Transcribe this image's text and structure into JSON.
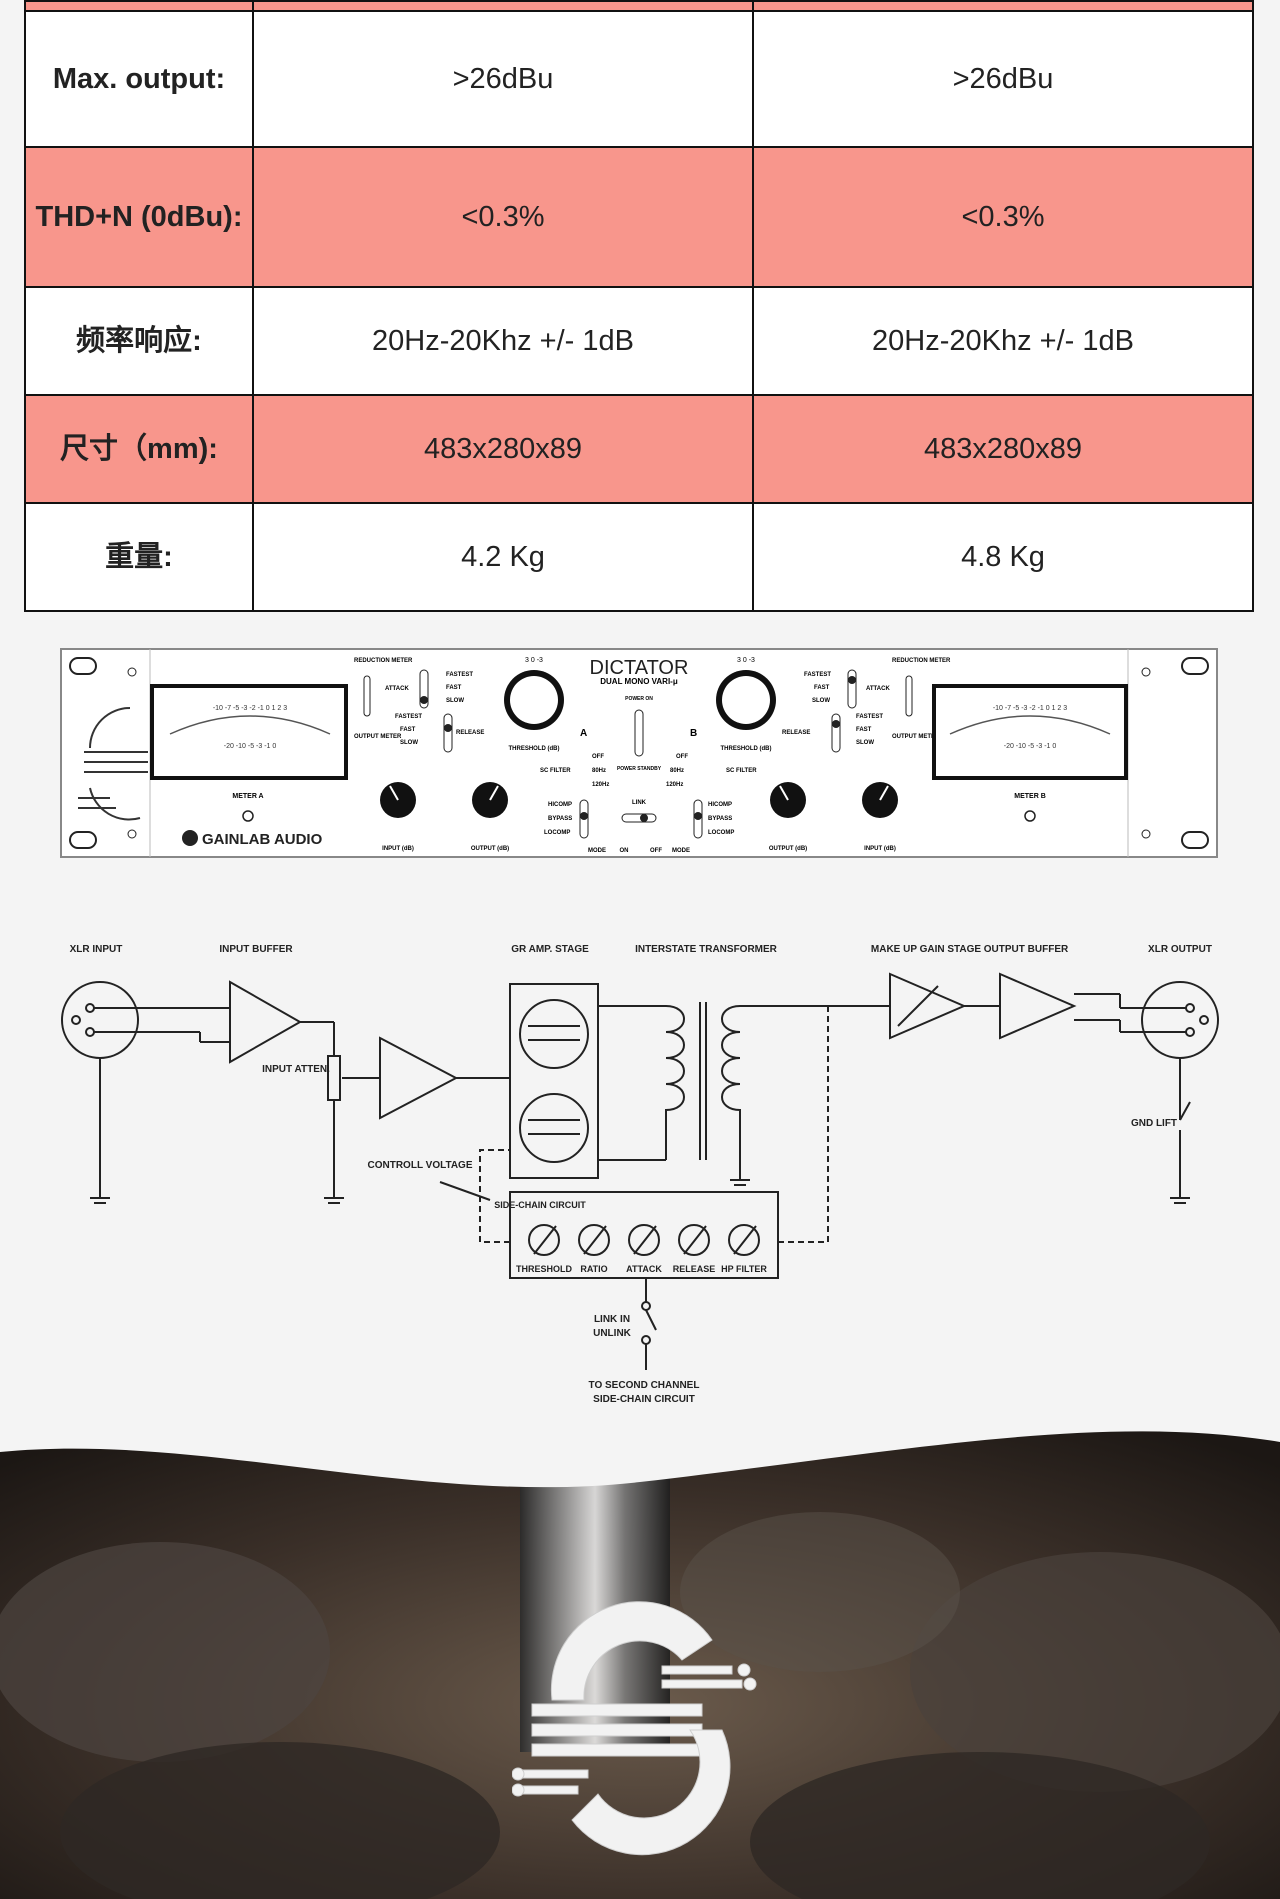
{
  "spec_table": {
    "rows": [
      {
        "label": "Max. output:",
        "a": ">26dBu",
        "b": ">26dBu",
        "style": "white"
      },
      {
        "label": "THD+N (0dBu):",
        "a": "<0.3%",
        "b": "<0.3%",
        "style": "pink"
      },
      {
        "label": "频率响应:",
        "a": "20Hz-20Khz +/- 1dB",
        "b": "20Hz-20Khz +/- 1dB",
        "style": "white"
      },
      {
        "label": "尺寸（mm):",
        "a": "483x280x89",
        "b": "483x280x89",
        "style": "pink"
      },
      {
        "label": "重量:",
        "a": "4.2 Kg",
        "b": "4.8 Kg",
        "style": "white"
      }
    ]
  },
  "panel": {
    "title": "DICTATOR",
    "subtitle": "DUAL MONO VARI-μ",
    "brand": "GAINLAB AUDIO",
    "meter_a": "METER A",
    "meter_b": "METER B",
    "threshold": "THRESHOLD (dB)",
    "input": "INPUT (dB)",
    "output": "OUTPUT (dB)",
    "reduction_meter": "REDUCTION METER",
    "output_meter": "OUTPUT METER",
    "attack": "ATTACK",
    "release": "RELEASE",
    "fastest": "FASTEST",
    "fast": "FAST",
    "slow": "SLOW",
    "sc_filter": "SC FILTER",
    "off": "OFF",
    "hz80": "80Hz",
    "hz120": "120Hz",
    "hicomp": "HICOMP",
    "bypass": "BYPASS",
    "locomp": "LOCOMP",
    "mode": "MODE",
    "power": "POWER ON",
    "standby": "POWER STANDBY",
    "link": "LINK",
    "on": "ON",
    "ch_a": "A",
    "ch_b": "B"
  },
  "schematic": {
    "xlr_input": "XLR INPUT",
    "input_buffer": "INPUT BUFFER",
    "gr_amp": "GR AMP. STAGE",
    "interstate": "INTERSTATE TRANSFORMER",
    "makeup": "MAKE UP GAIN STAGE",
    "output_buffer": "OUTPUT BUFFER",
    "xlr_output": "XLR OUTPUT",
    "input_atten": "INPUT ATTEN.",
    "control_voltage": "CONTROLL VOLTAGE",
    "sidechain": "SIDE-CHAIN CIRCUIT",
    "sc_threshold": "THRESHOLD",
    "sc_ratio": "RATIO",
    "sc_attack": "ATTACK",
    "sc_release": "RELEASE",
    "sc_hp": "HP FILTER",
    "gnd_lift": "GND LIFT",
    "link_in": "LINK IN",
    "unlink": "UNLINK",
    "to_second": "TO SECOND CHANNEL",
    "to_second2": "SIDE-CHAIN CIRCUIT"
  },
  "colors": {
    "pink": "#f8968c",
    "ink": "#222222"
  }
}
